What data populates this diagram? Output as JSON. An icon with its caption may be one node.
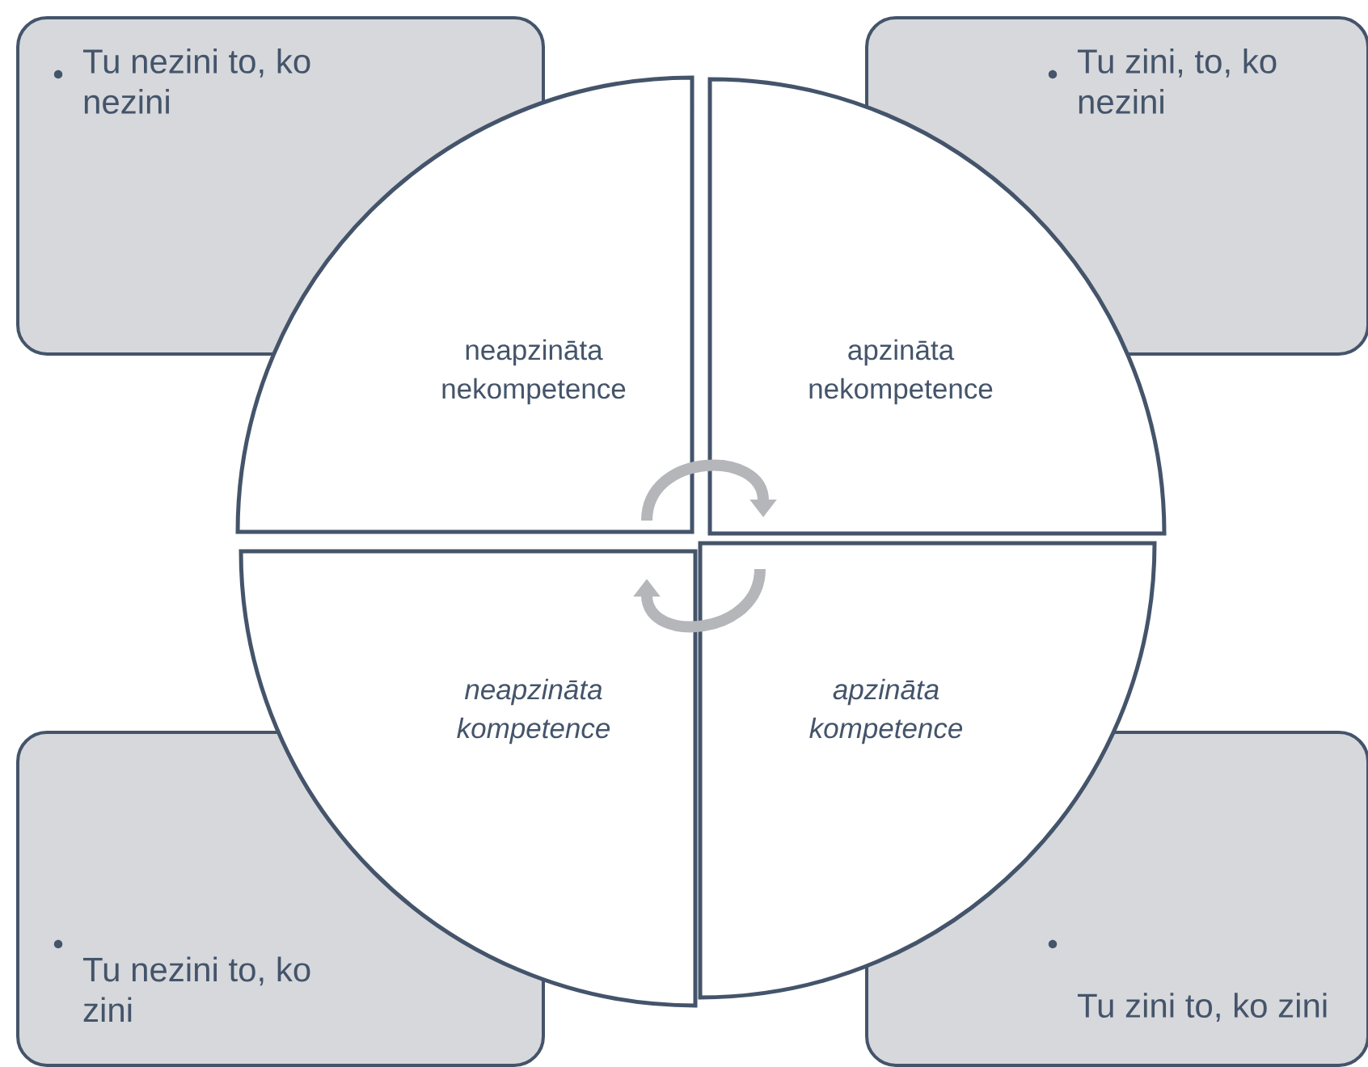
{
  "diagram": {
    "nodes": [
      {
        "text": [
          "Tu nezini to, ko nezini"
        ]
      },
      {
        "text": [
          "Tu zini, to, ko nezini"
        ]
      },
      {
        "text": [
          "neapzināta nekompetence"
        ]
      },
      {
        "text": [
          "apzināta nekompetence"
        ]
      },
      {
        "text": [
          "neapzināta kompetence"
        ]
      },
      {
        "text": [
          "apzināta kompetence"
        ]
      },
      {
        "text": [
          "Tu nezini to, ko zini"
        ]
      },
      {
        "text": [
          "Tu zini to, ko zini"
        ]
      }
    ],
    "edges": [
      {
        "from": 2,
        "to": 3,
        "arrow": "to"
      },
      {
        "from": 5,
        "to": 4,
        "arrow": "to"
      }
    ]
  }
}
